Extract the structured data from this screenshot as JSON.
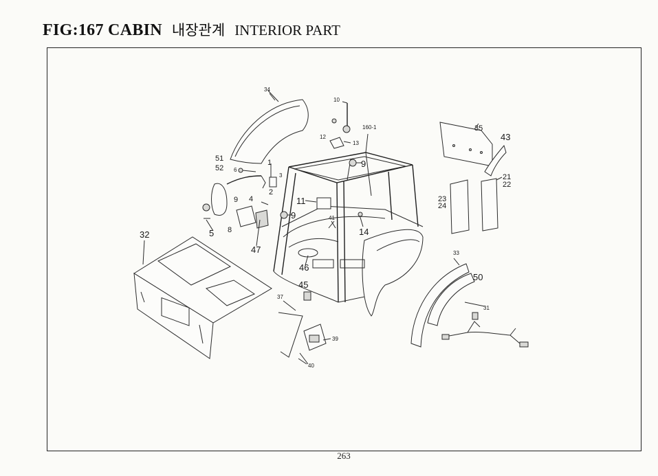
{
  "header": {
    "figure_id": "FIG:167 CABIN",
    "korean_title": "내장관계",
    "english_title": "INTERIOR PART"
  },
  "page_number": "263",
  "part_labels": {
    "p34": "34",
    "p10": "10",
    "p160_1": "160-1",
    "p12": "12",
    "p13": "13",
    "p9a": "9",
    "p35": "35",
    "p43": "43",
    "p21": "21",
    "p22": "22",
    "p23": "23",
    "p24": "24",
    "p51": "51",
    "p52": "52",
    "p6": "6",
    "p1": "1",
    "p3": "3",
    "p9b": "9",
    "p4": "4",
    "p2": "2",
    "p11": "11",
    "p9c": "9",
    "p41": "41",
    "p14": "14",
    "p5": "5",
    "p8": "8",
    "p32": "32",
    "p47": "47",
    "p46": "46",
    "p33": "33",
    "p50": "50",
    "p45": "45",
    "p37": "37",
    "p31": "31",
    "p39": "39",
    "p40": "40"
  }
}
